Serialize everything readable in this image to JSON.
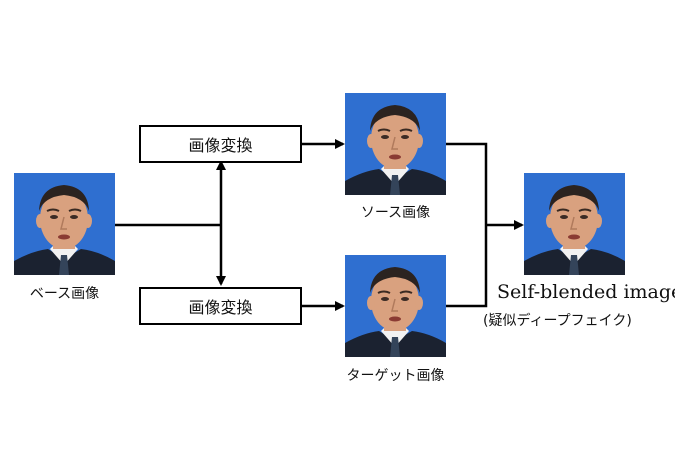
{
  "nodes": {
    "base": {
      "label": "ベース画像"
    },
    "source": {
      "label": "ソース画像"
    },
    "target": {
      "label": "ターゲット画像"
    },
    "transform_top": {
      "label": "画像変換"
    },
    "transform_bottom": {
      "label": "画像変換"
    },
    "result": {
      "title": "Self-blended image",
      "subtitle": "(疑似ディープフェイク)"
    }
  },
  "colors": {
    "photo_background": "#2f6fd0",
    "skin": "#d9a17f",
    "hair": "#2b2320",
    "suit": "#1b2230",
    "shirt": "#f2f2f2",
    "tie": "#34445a"
  }
}
